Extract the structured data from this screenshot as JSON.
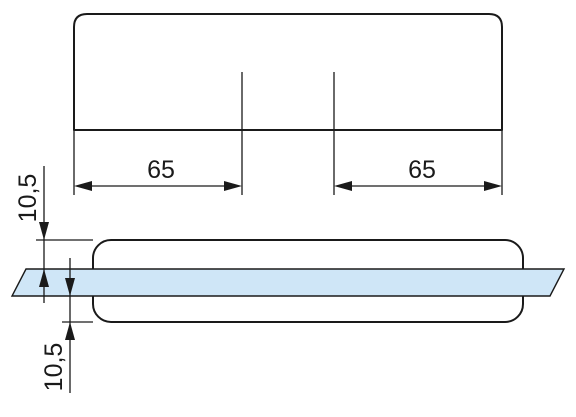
{
  "colors": {
    "line": "#1a1a1a",
    "glass_fill": "#cfe6f7",
    "background": "#ffffff"
  },
  "dimensions": {
    "left_width_label": "65",
    "right_width_label": "65",
    "top_offset_label": "10,5",
    "bottom_offset_label": "10,5"
  }
}
